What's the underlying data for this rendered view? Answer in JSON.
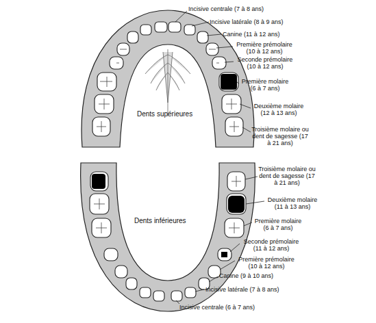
{
  "diagram": {
    "labels": [
      "Incisive centrale (7 à 8 ans)",
      "Incisive latérale (8 à 9 ans)",
      "Canine (11 à 12 ans)",
      "Première prémolaire (10 à 12 ans)",
      "Seconde prémolaire (10 à 12 ans)",
      "Première molaire (6 à 7 ans)",
      "Dents supérieures",
      "Deuxième molaire (12 à 13 ans)",
      "Troisième molaire ou dent de sagesse (17 à 21 ans)",
      "Troisième molaire ou dent de sagesse (17 à 21 ans)",
      "Deuxième molaire (11 à 13 ans)",
      "Dents inférieures",
      "Première molaire (6 à 7 ans)",
      "Seconde prémolaire (11 à 12 ans)",
      "Première prémolaire (10 à 12 ans)",
      "Canine (9 à 10 ans)",
      "Incisive latérale (7 à 8 ans)",
      "Incisive centrale (6 à 7 ans)"
    ]
  }
}
